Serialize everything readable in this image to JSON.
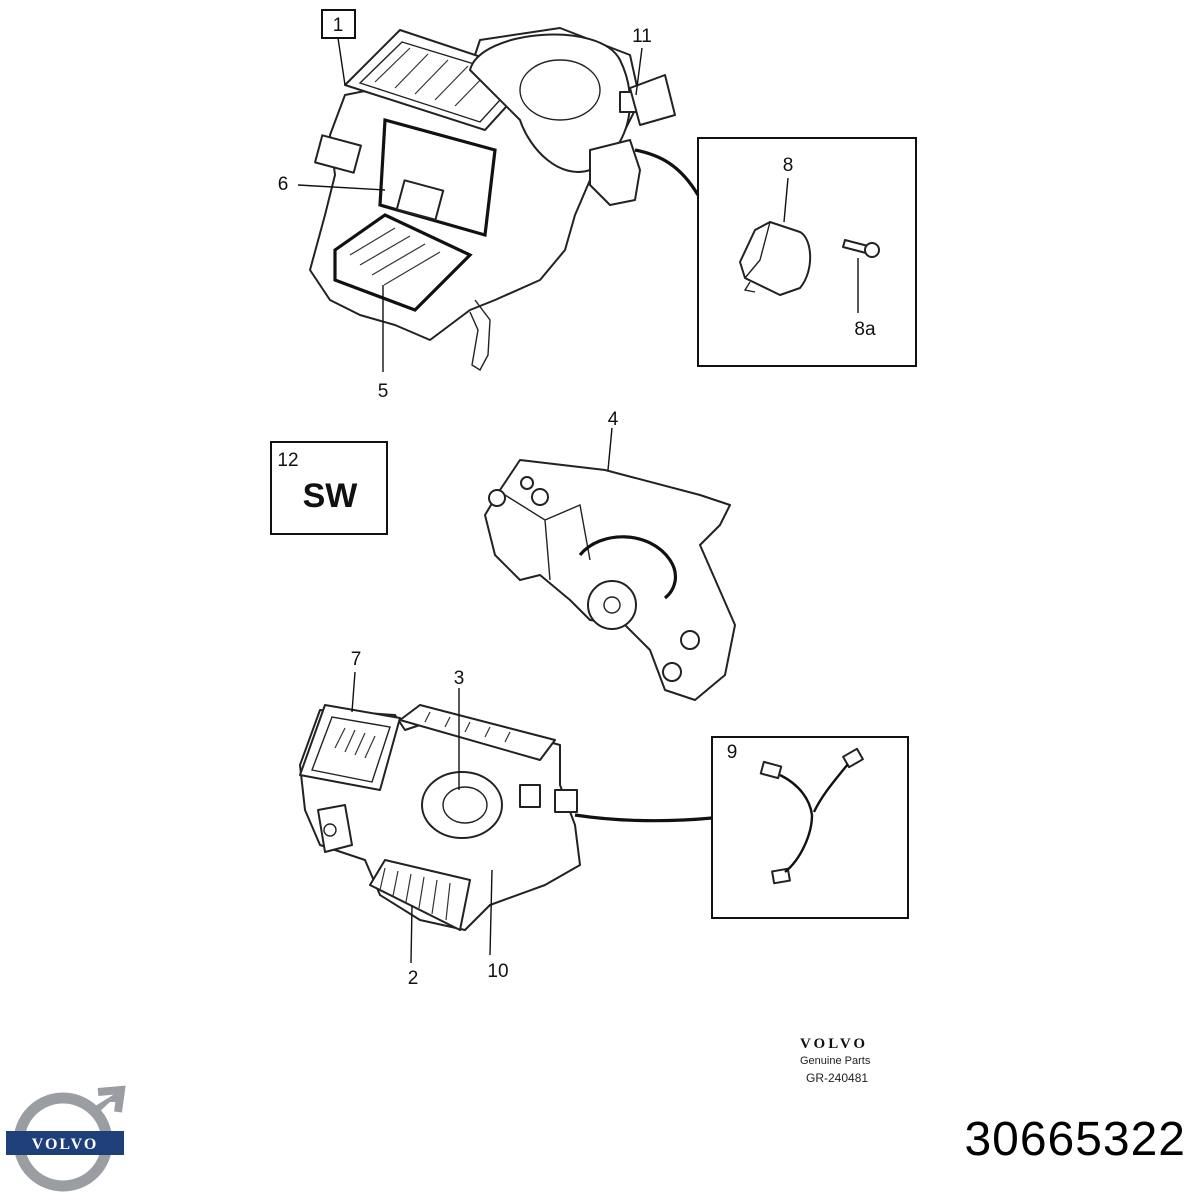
{
  "callouts": {
    "c1": "1",
    "c2": "2",
    "c3": "3",
    "c4": "4",
    "c5": "5",
    "c6": "6",
    "c7": "7",
    "c8": "8",
    "c8a": "8a",
    "c9": "9",
    "c10": "10",
    "c11": "11",
    "c12": "12"
  },
  "variant_badge": {
    "text": "SW"
  },
  "brand": {
    "name": "VOLVO",
    "subtitle": "Genuine Parts",
    "drawing_code": "GR-240481",
    "logo_text": "VOLVO"
  },
  "part_number": "30665322",
  "colors": {
    "logo_blue": "#1f3f7a",
    "logo_silver": "#9a9ea3",
    "ink": "#111111"
  }
}
